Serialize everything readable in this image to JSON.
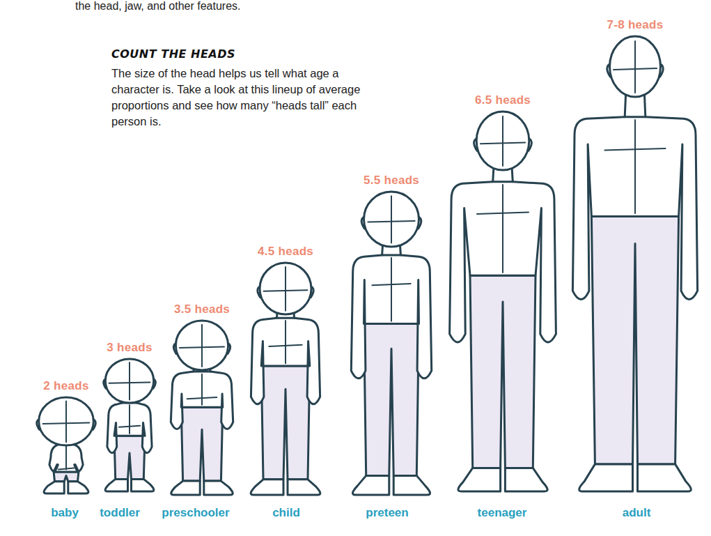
{
  "diagram": {
    "title": "COUNT THE HEADS",
    "labels": [
      "the head, jaw, and other features.",
      "The size of the head helps us tell what age a character is. Take a look at this lineup of average proportions and see how many “heads tall” each person is.",
      "2 heads",
      "baby",
      "3 heads",
      "toddler",
      "3.5 heads",
      "preschooler",
      "4.5 heads",
      "child",
      "5.5 heads",
      "preteen",
      "6.5 heads",
      "teenager",
      "7-8 heads",
      "adult"
    ]
  }
}
